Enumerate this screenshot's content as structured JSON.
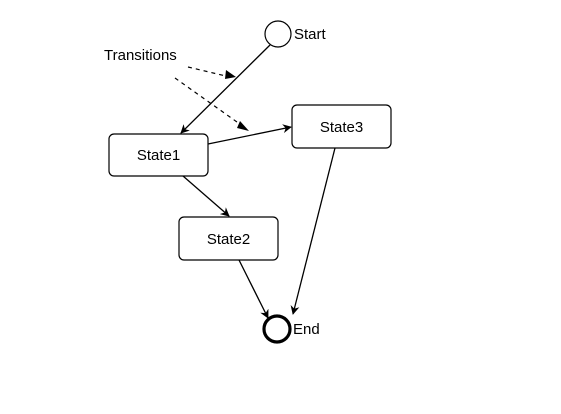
{
  "diagram": {
    "type": "state-diagram",
    "annotation": "Transitions",
    "nodes": [
      {
        "id": "start",
        "kind": "initial",
        "label": "Start"
      },
      {
        "id": "state1",
        "kind": "state",
        "label": "State1"
      },
      {
        "id": "state2",
        "kind": "state",
        "label": "State2"
      },
      {
        "id": "state3",
        "kind": "state",
        "label": "State3"
      },
      {
        "id": "end",
        "kind": "final",
        "label": "End"
      }
    ],
    "edges": [
      {
        "from": "start",
        "to": "state1"
      },
      {
        "from": "state1",
        "to": "state3"
      },
      {
        "from": "state1",
        "to": "state2"
      },
      {
        "from": "state2",
        "to": "end"
      },
      {
        "from": "state3",
        "to": "end"
      }
    ]
  }
}
